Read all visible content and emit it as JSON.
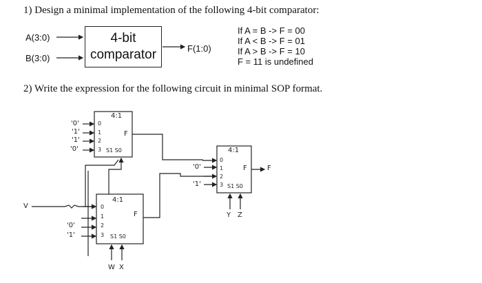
{
  "q1": {
    "text": "1) Design a minimal implementation of the following 4-bit comparator:",
    "inputs": [
      "A(3:0)",
      "B(3:0)"
    ],
    "box_lines": [
      "4-bit",
      "comparator"
    ],
    "output": "F(1:0)",
    "rules": [
      "If A = B -> F = 00",
      "If A < B -> F = 01",
      "If A > B -> F = 10",
      "F = 11 is undefined"
    ]
  },
  "q2": {
    "text": "2) Write the expression for the following circuit in minimal SOP format.",
    "mux1": {
      "title": "4:1",
      "inputs": [
        "'0'",
        "'1'",
        "'1'",
        "'0'"
      ],
      "pins": [
        "0",
        "1",
        "2",
        "3"
      ],
      "output": "F",
      "select": "S1 S0"
    },
    "mux2": {
      "title": "4:1",
      "input_v": "V",
      "inputs": [
        "'0'",
        "'1'"
      ],
      "pins": [
        "0",
        "1",
        "2",
        "3"
      ],
      "output": "F",
      "select": "S1 S0",
      "select_signals": [
        "W",
        "X"
      ]
    },
    "mux3": {
      "title": "4:1",
      "inputs": [
        "'0'",
        "'1'"
      ],
      "pins": [
        "0",
        "1",
        "2",
        "3"
      ],
      "output": "F",
      "output_arrow": "F",
      "select": "S1 S0",
      "select_signals": [
        "Y",
        "Z"
      ]
    }
  }
}
